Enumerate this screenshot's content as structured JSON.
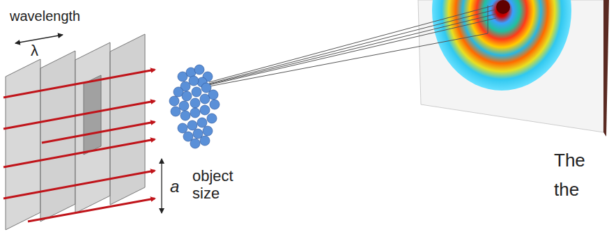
{
  "diagram": {
    "labels": [
      "wavelength",
      "λ",
      "a",
      "object size",
      "The",
      "the"
    ]
  }
}
